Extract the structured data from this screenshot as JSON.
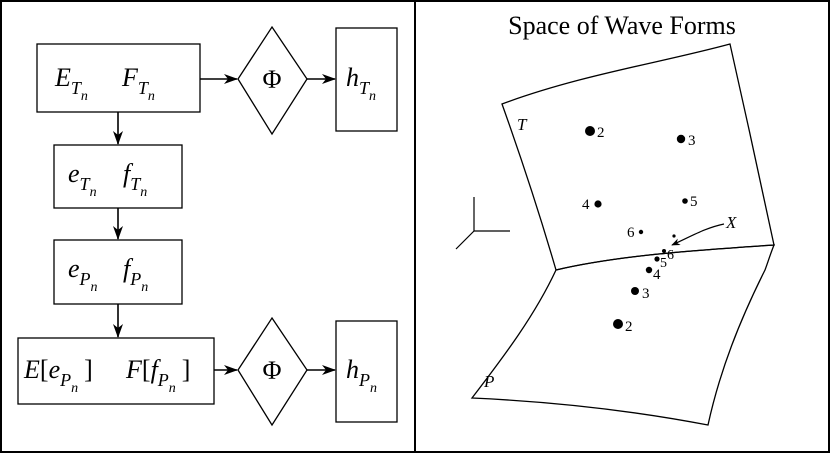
{
  "right_panel": {
    "title": "Space of Wave Forms",
    "surface_labels": {
      "upper": "T",
      "lower": "P"
    },
    "intersection_label": "X",
    "upper_points": [
      "2",
      "3",
      "4",
      "5",
      "6"
    ],
    "lower_points": [
      "6",
      "5",
      "4",
      "3",
      "2"
    ]
  },
  "left_panel": {
    "box1": {
      "A_main": "E",
      "A_sub": "T",
      "A_subsub": "n",
      "B_main": "F",
      "B_sub": "T",
      "B_subsub": "n"
    },
    "box2": {
      "A_main": "e",
      "A_sub": "T",
      "A_subsub": "n",
      "B_main": "f",
      "B_sub": "T",
      "B_subsub": "n"
    },
    "box3": {
      "A_main": "e",
      "A_sub": "P",
      "A_subsub": "n",
      "B_main": "f",
      "B_sub": "P",
      "B_subsub": "n"
    },
    "box4": {
      "A_main": "E",
      "A_open": "[",
      "A_inner": "e",
      "A_sub": "P",
      "A_subsub": "n",
      "A_close": "]",
      "B_main": "F",
      "B_open": "[",
      "B_inner": "f",
      "B_sub": "P",
      "B_subsub": "n",
      "B_close": "]"
    },
    "phi_top": "Φ",
    "phi_bottom": "Φ",
    "out_top": {
      "main": "h",
      "sub": "T",
      "subsub": "n"
    },
    "out_bottom": {
      "main": "h",
      "sub": "P",
      "subsub": "n"
    }
  }
}
